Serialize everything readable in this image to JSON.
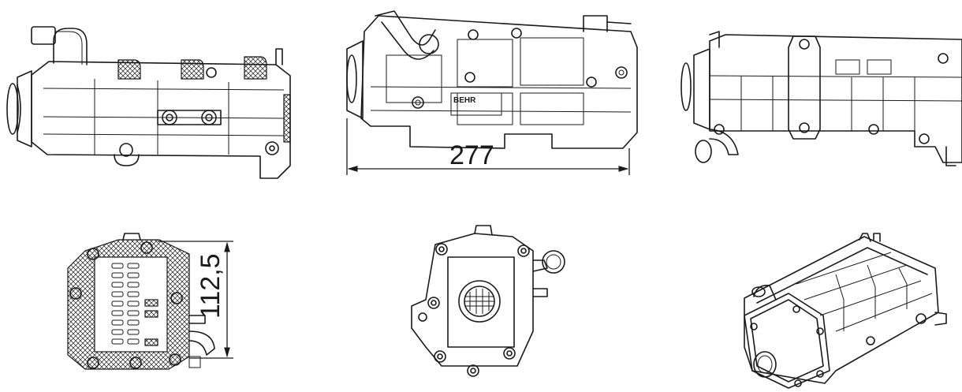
{
  "dimensions": {
    "length": "277",
    "height": "112,5"
  },
  "marking": {
    "brand": "BEHR"
  },
  "colors": {
    "line": "#1a1a1a",
    "background": "#ffffff"
  }
}
